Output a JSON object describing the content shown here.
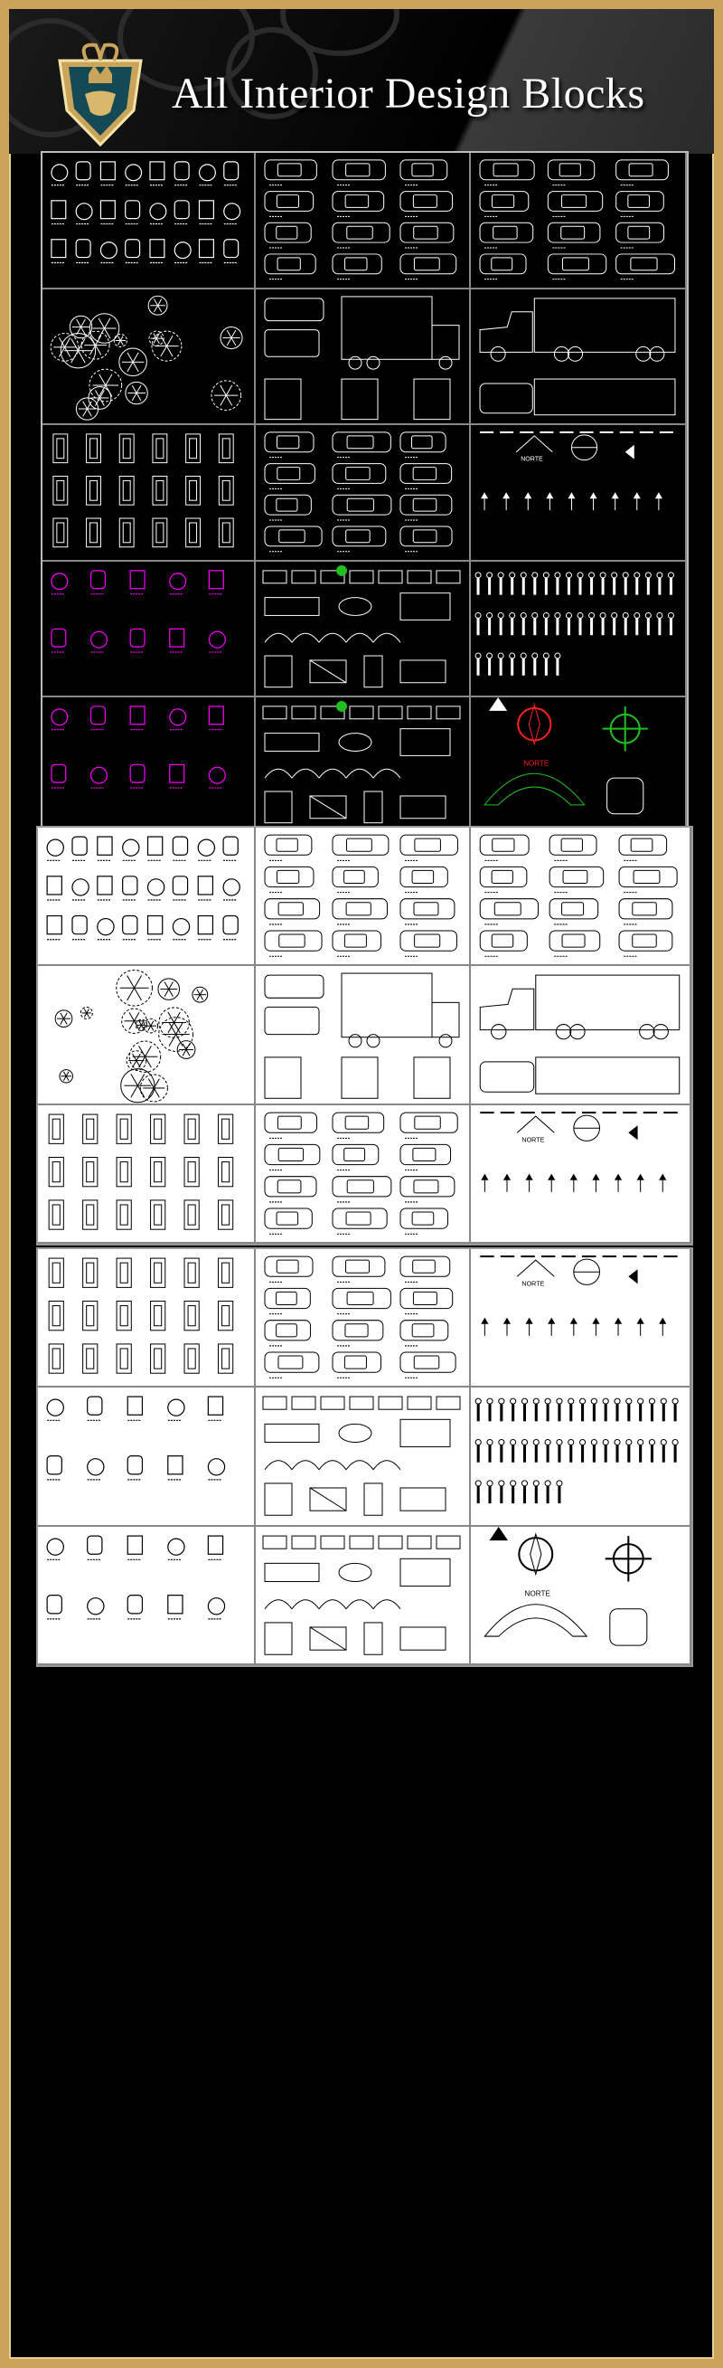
{
  "header": {
    "title": "All Interior Design Blocks",
    "logo": "royal-crest-logo"
  },
  "colors": {
    "gold_border": "#c9a45a",
    "background": "#000000",
    "cad_white": "#ffffff",
    "cad_magenta": "#ff00ff",
    "cad_red": "#ff2020",
    "cad_green": "#20c020"
  },
  "compass_label": "NORTE",
  "panels": [
    {
      "theme": "black",
      "rows": [
        [
          "sanitary-furniture-icon",
          "cars-icon",
          "cars-top-icon"
        ],
        [
          "trees-icon",
          "trucks-icon",
          "semi-truck-icon"
        ],
        [
          "doors-icon",
          "cars-icon",
          "symbols-icon"
        ],
        [
          "furniture-magenta-icon",
          "furniture-plan-icon",
          "people-icon"
        ],
        [
          "appliances-magenta-icon",
          "furniture-plan-icon",
          "compass-color-icon"
        ]
      ]
    },
    {
      "theme": "white",
      "rows": [
        [
          "sanitary-furniture-icon",
          "cars-icon",
          "cars-top-icon"
        ],
        [
          "trees-icon",
          "trucks-icon",
          "semi-truck-icon"
        ],
        [
          "doors-icon",
          "cars-icon",
          "symbols-icon"
        ]
      ]
    },
    {
      "theme": "white",
      "rows": [
        [
          "doors-icon",
          "cars-icon",
          "symbols-icon"
        ],
        [
          "furniture-icon",
          "furniture-plan-icon",
          "people-icon"
        ],
        [
          "appliances-icon",
          "furniture-plan-icon",
          "compass-icon"
        ]
      ]
    }
  ]
}
